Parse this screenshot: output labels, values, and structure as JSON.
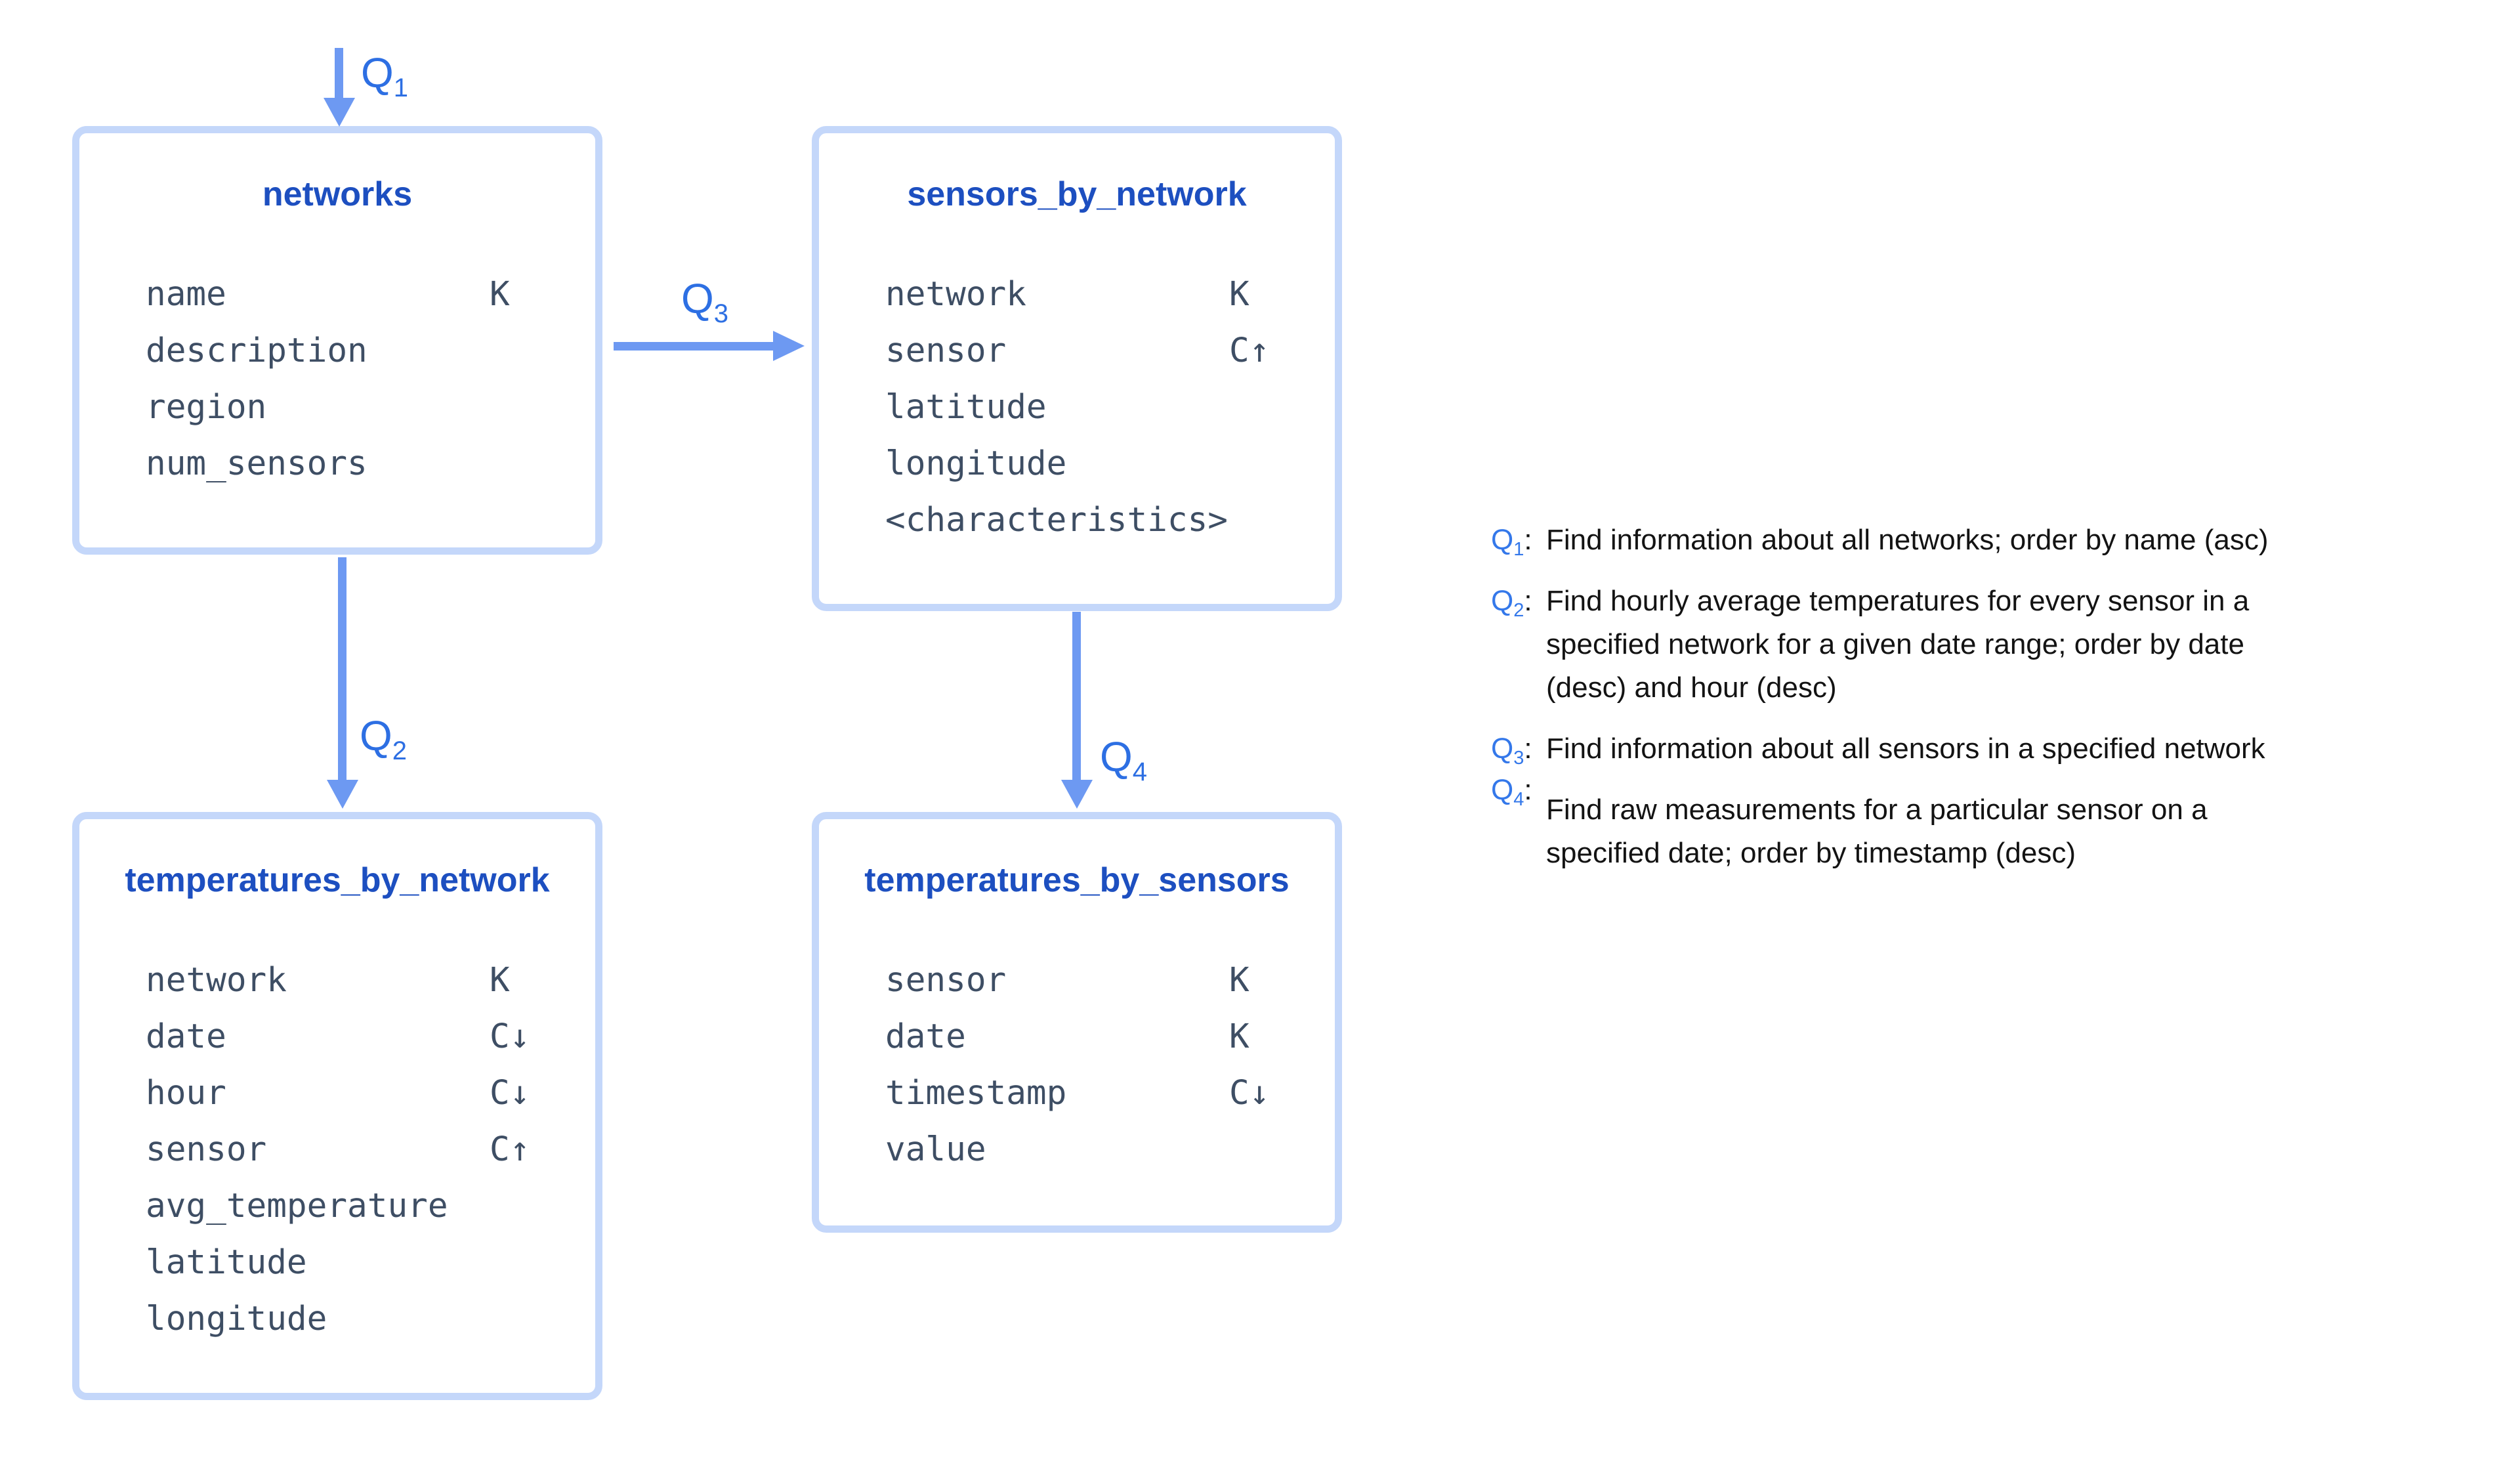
{
  "colors": {
    "table_title_blue": "#1d4fc0",
    "field_text_slate": "#3e4e64",
    "arrow_blue": "#6d99f2",
    "arrow_label_blue": "#2d6fe3",
    "query_label_blue": "#3478ea",
    "query_text_black": "#131313",
    "box_border_blue": "#c4d7fa",
    "background": "#ffffff"
  },
  "diagram": {
    "tables": [
      {
        "title": "networks",
        "fields": [
          {
            "name": "name",
            "key": "K"
          },
          {
            "name": "description",
            "key": ""
          },
          {
            "name": "region",
            "key": ""
          },
          {
            "name": "num_sensors",
            "key": ""
          }
        ]
      },
      {
        "title": "sensors_by_network",
        "fields": [
          {
            "name": "network",
            "key": "K"
          },
          {
            "name": "sensor",
            "key": "C↑"
          },
          {
            "name": "latitude",
            "key": ""
          },
          {
            "name": "longitude",
            "key": ""
          },
          {
            "name": "<characteristics>",
            "key": ""
          }
        ]
      },
      {
        "title": "temperatures_by_network",
        "fields": [
          {
            "name": "network",
            "key": "K"
          },
          {
            "name": "date",
            "key": "C↓"
          },
          {
            "name": "hour",
            "key": "C↓"
          },
          {
            "name": "sensor",
            "key": "C↑"
          },
          {
            "name": "avg_temperature",
            "key": ""
          },
          {
            "name": "latitude",
            "key": ""
          },
          {
            "name": "longitude",
            "key": ""
          }
        ]
      },
      {
        "title": "temperatures_by_sensors",
        "fields": [
          {
            "name": "sensor",
            "key": "K"
          },
          {
            "name": "date",
            "key": "K"
          },
          {
            "name": "timestamp",
            "key": "C↓"
          },
          {
            "name": "value",
            "key": ""
          }
        ]
      }
    ],
    "arrow_labels": [
      {
        "q": "Q",
        "n": "1"
      },
      {
        "q": "Q",
        "n": "2"
      },
      {
        "q": "Q",
        "n": "3"
      },
      {
        "q": "Q",
        "n": "4"
      }
    ]
  },
  "queries": [
    {
      "q": "Q",
      "n": "1",
      "colon": ":",
      "text": "Find information about all networks; order by name (asc)"
    },
    {
      "q": "Q",
      "n": "2",
      "colon": ":",
      "text": "Find hourly average temperatures for every sensor in a\nspecified network for a given date range; order by date\n(desc) and hour (desc)"
    },
    {
      "q": "Q",
      "n": "3",
      "colon": ":",
      "text": "Find information about all sensors in a specified network"
    },
    {
      "q": "Q",
      "n": "4",
      "colon": ":",
      "text": "Find raw measurements for a particular sensor on a\nspecified date; order by timestamp (desc)"
    }
  ]
}
